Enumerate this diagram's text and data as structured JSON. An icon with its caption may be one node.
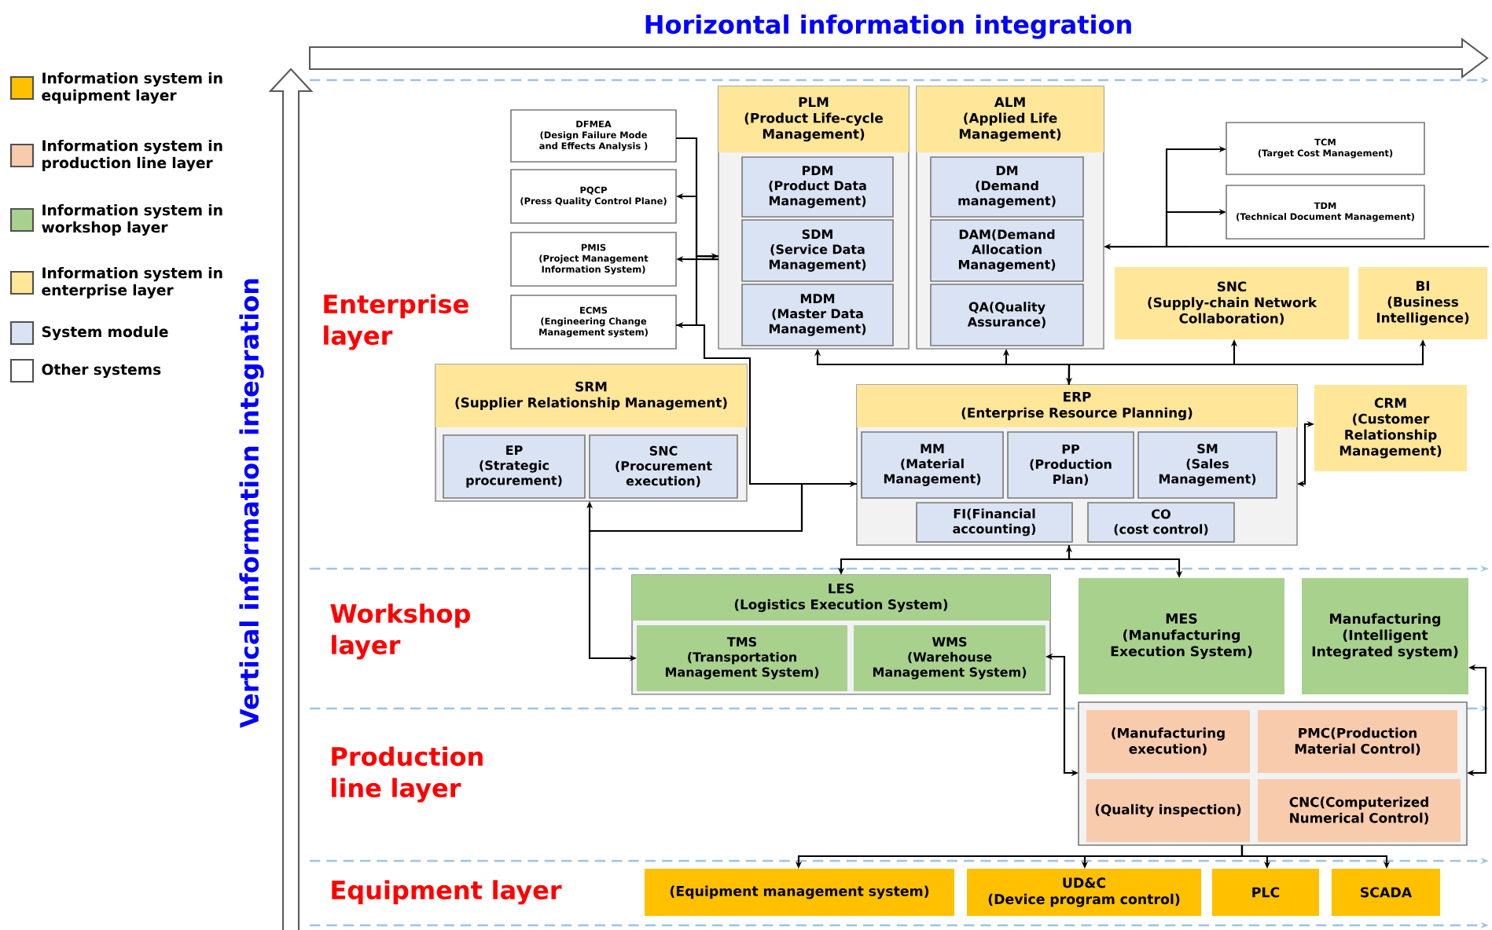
{
  "diagram": {
    "title": "Horizontal information integration",
    "nodes": [
      {
        "text": [
          "DFMEA",
          "(Design Failure Mode and Effects Analysis )"
        ]
      },
      {
        "text": [
          "PQCP",
          "(Press Quality Control Plane)"
        ]
      },
      {
        "text": [
          "PMIS",
          "(Project Management Information System)"
        ]
      },
      {
        "text": [
          "ECMS",
          "(Engineering Change Management system)"
        ]
      },
      {
        "text": [
          "PLM",
          "(Product Life-cycle Management)"
        ]
      },
      {
        "text": [
          "PDM",
          "(Product Data Management)"
        ],
        "in": 4
      },
      {
        "text": [
          "SDM",
          "(Service Data Management)"
        ],
        "in": 4
      },
      {
        "text": [
          "MDM",
          "(Master Data Management)"
        ],
        "in": 4
      },
      {
        "text": [
          "ALM",
          "(Applied Life Management)"
        ]
      },
      {
        "text": [
          "DM",
          "(Demand management)"
        ],
        "in": 8
      },
      {
        "text": [
          "DAM(Demand Allocation Management)"
        ],
        "in": 8
      },
      {
        "text": [
          "QA(Quality Assurance)"
        ],
        "in": 8
      },
      {
        "text": [
          "TCM",
          "(Target Cost Management)"
        ]
      },
      {
        "text": [
          "TDM",
          "(Technical Document Management)"
        ]
      },
      {
        "text": [
          "SNC",
          "(Supply-chain Network Collaboration)"
        ]
      },
      {
        "text": [
          "BI",
          "(Business Intelligence)"
        ]
      },
      {
        "text": [
          "SRM",
          "(Supplier Relationship Management)"
        ]
      },
      {
        "text": [
          "EP",
          "(Strategic procurement)"
        ],
        "in": 16
      },
      {
        "text": [
          "SNC",
          "(Procurement execution)"
        ],
        "in": 16
      },
      {
        "text": [
          "ERP",
          "(Enterprise Resource Planning)"
        ]
      },
      {
        "text": [
          "MM",
          "(Material Management)"
        ],
        "in": 19
      },
      {
        "text": [
          "PP",
          "(Production Plan)"
        ],
        "in": 19
      },
      {
        "text": [
          "SM",
          "(Sales Management)"
        ],
        "in": 19
      },
      {
        "text": [
          "FI(Financial accounting)"
        ],
        "in": 19
      },
      {
        "text": [
          "CO",
          "(cost control)"
        ],
        "in": 19
      },
      {
        "text": [
          "CRM",
          "(Customer Relationship Management)"
        ]
      },
      {
        "text": [
          "LES",
          "(Logistics Execution System)"
        ]
      },
      {
        "text": [
          "TMS",
          "(Transportation Management System)"
        ],
        "in": 26
      },
      {
        "text": [
          "WMS",
          "(Warehouse Management System)"
        ],
        "in": 26
      },
      {
        "text": [
          "MES",
          "(Manufacturing Execution System)"
        ]
      },
      {
        "text": [
          "Manufacturing",
          "(Intelligent Integrated system)"
        ]
      },
      {
        "text": [],
        "shape": "box"
      },
      {
        "text": [
          "(Manufacturing execution)"
        ],
        "in": 31
      },
      {
        "text": [
          "PMC(Production Material Control)"
        ],
        "in": 31
      },
      {
        "text": [
          "(Quality inspection)"
        ],
        "in": 31
      },
      {
        "text": [
          "CNC(Computerized Numerical Control)"
        ],
        "in": 31
      },
      {
        "text": [
          "(Equipment management system)"
        ]
      },
      {
        "text": [
          "UD&C",
          "(Device program control)"
        ]
      },
      {
        "text": [
          "PLC"
        ]
      },
      {
        "text": [
          "SCADA"
        ]
      }
    ],
    "edges": [
      {
        "from": 0,
        "to": 4,
        "arrow": "to"
      },
      {
        "from": 4,
        "to": 1,
        "arrow": "to"
      },
      {
        "from": 4,
        "to": 2,
        "arrow": "to"
      },
      {
        "from": 4,
        "to": 3,
        "arrow": "to"
      },
      {
        "from": 3,
        "to": 19,
        "arrow": "to"
      },
      {
        "from": 19,
        "to": 16,
        "arrow": "to"
      },
      {
        "from": 19,
        "to": 27,
        "arrow": "to"
      },
      {
        "from": 19,
        "to": 4,
        "arrow": "both"
      },
      {
        "from": 19,
        "to": 8,
        "arrow": "to"
      },
      {
        "from": 19,
        "to": 14,
        "arrow": "to"
      },
      {
        "from": 19,
        "to": 15,
        "arrow": "to"
      },
      {
        "from": null,
        "to": 8,
        "arrow": "to"
      },
      {
        "from": null,
        "to": 12,
        "arrow": "to"
      },
      {
        "from": null,
        "to": 13,
        "arrow": "to"
      },
      {
        "from": 19,
        "to": 25,
        "arrow": "both"
      },
      {
        "from": 19,
        "to": 26,
        "arrow": "both"
      },
      {
        "from": 19,
        "to": 29,
        "arrow": "to"
      },
      {
        "from": 28,
        "to": 31,
        "arrow": "both"
      },
      {
        "from": 30,
        "to": 31,
        "arrow": "both"
      },
      {
        "from": 31,
        "to": 36,
        "arrow": "to"
      },
      {
        "from": 31,
        "to": 37,
        "arrow": "to"
      },
      {
        "from": 31,
        "to": 38,
        "arrow": "to"
      },
      {
        "from": 31,
        "to": 39,
        "arrow": "to"
      }
    ],
    "labels": [
      "Vertical information integration",
      "Enterprise layer",
      "Workshop layer",
      "Production line layer",
      "Equipment layer"
    ],
    "legend": [
      {
        "text": "Information system in equipment layer",
        "color": "#ffc000"
      },
      {
        "text": "Information system in production line layer",
        "color": "#f8cbad"
      },
      {
        "text": "Information system in workshop layer",
        "color": "#a9d18e"
      },
      {
        "text": "Information system in enterprise layer",
        "color": "#ffe699"
      },
      {
        "text": "System module",
        "color": "#dae3f3"
      },
      {
        "text": "Other systems"
      }
    ]
  }
}
